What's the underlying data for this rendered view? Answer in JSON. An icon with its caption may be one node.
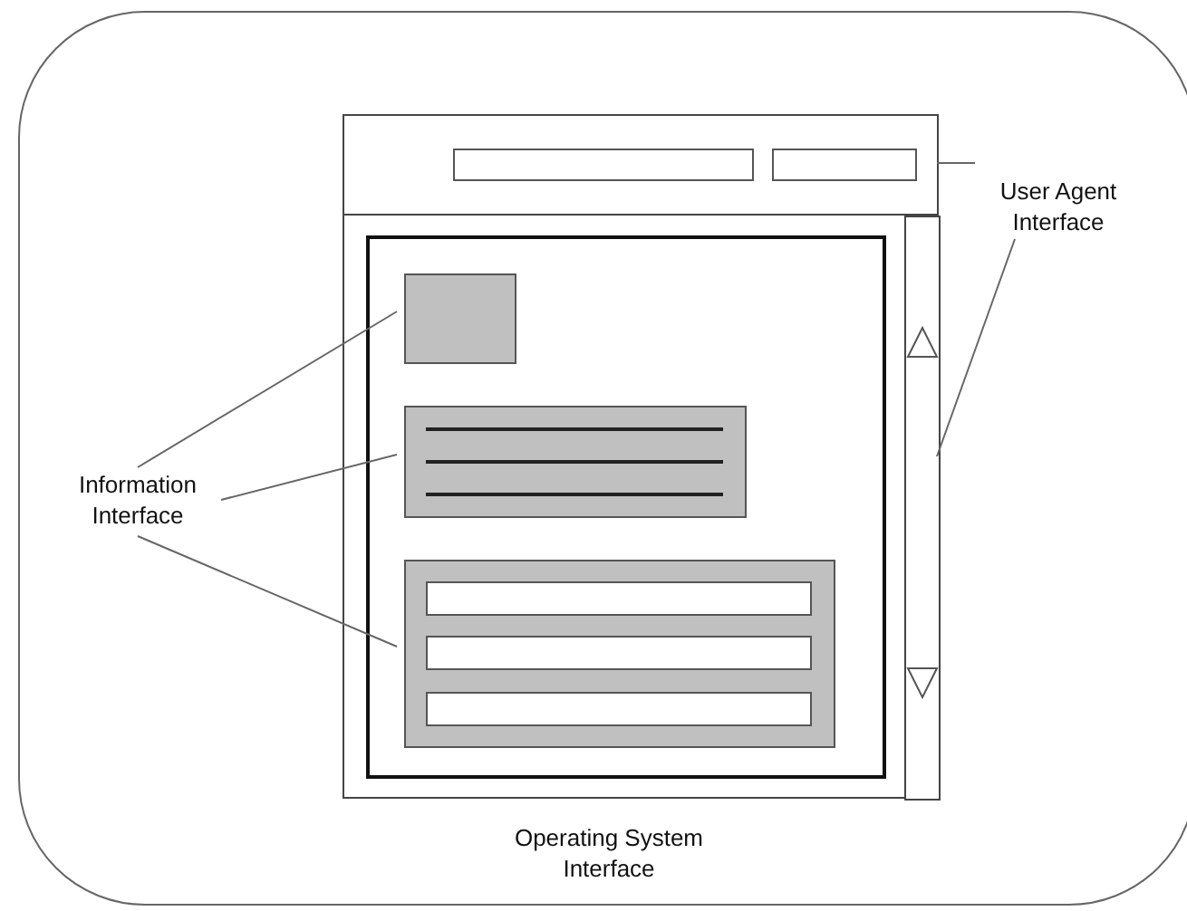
{
  "diagram": {
    "nodes": [
      {
        "text": [
          "Operating System Interface"
        ]
      },
      {
        "text": [],
        "shape": "box",
        "in": 0
      },
      {
        "text": [],
        "shape": "box",
        "in": 1
      },
      {
        "text": [],
        "shape": "box",
        "in": 2
      },
      {
        "text": [],
        "shape": "box",
        "in": 2
      },
      {
        "text": [],
        "shape": "box",
        "in": 2
      },
      {
        "text": [],
        "shape": "bar",
        "in": 1
      },
      {
        "text": [
          "User Agent Interface"
        ],
        "in": 0
      },
      {
        "text": [
          "Information Interface"
        ],
        "in": 0
      }
    ],
    "edges": [
      {
        "from": 7,
        "to": 1,
        "arrow": "none"
      },
      {
        "from": 7,
        "to": 6,
        "arrow": "none"
      },
      {
        "from": 8,
        "to": 3,
        "arrow": "none"
      },
      {
        "from": 8,
        "to": 4,
        "arrow": "none"
      },
      {
        "from": 8,
        "to": 5,
        "arrow": "none"
      }
    ]
  }
}
